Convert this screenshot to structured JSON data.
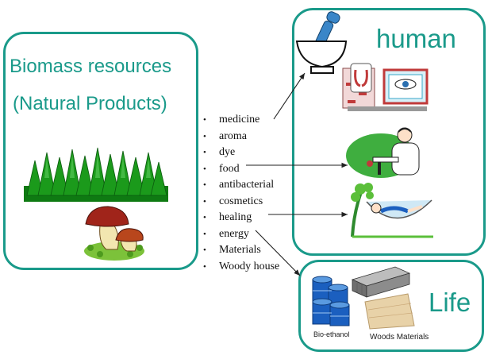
{
  "biomass": {
    "title": "Biomass resources",
    "subtitle": "(Natural Products)"
  },
  "uses": [
    "medicine",
    "aroma",
    "dye",
    "food",
    "antibacterial",
    "cosmetics",
    "healing",
    "energy",
    "Materials",
    "Woody house"
  ],
  "human": {
    "title": "human"
  },
  "life": {
    "title": "Life",
    "caption_ethanol": "Bio-ethanol",
    "caption_woods": "Woods Materials"
  },
  "colors": {
    "accent": "#1a9a8a",
    "forest": "#1b9a1b",
    "ethanol_drum": "#1b5fbf"
  },
  "icons": [
    "mortar-pestle-icon",
    "forest-icon",
    "mushroom-icon",
    "clinic-scene-icon",
    "doctor-icon",
    "hammock-icon",
    "ethanol-drums-icon",
    "lumber-icon"
  ]
}
